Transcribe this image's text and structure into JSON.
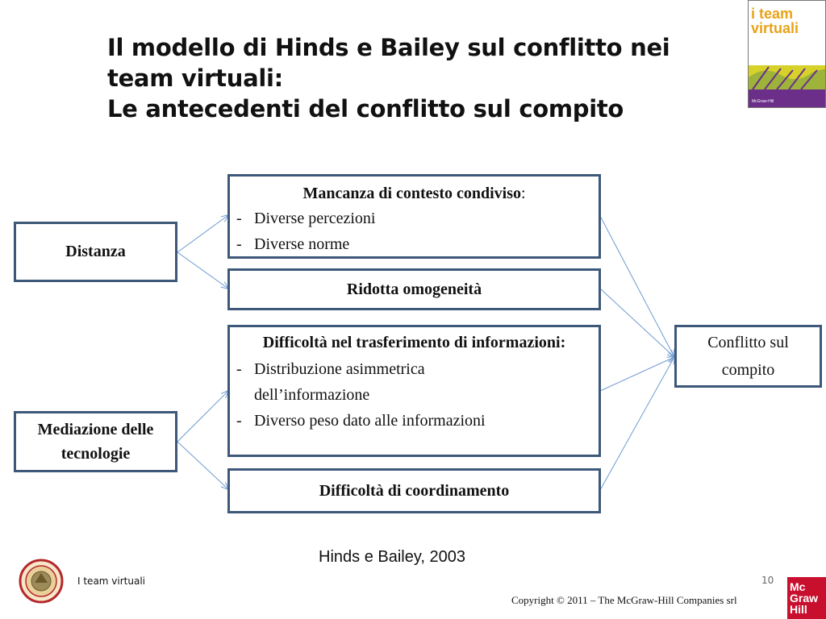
{
  "slide": {
    "title_lines": [
      "Il modello di Hinds e Bailey sul conflitto nei",
      "team virtuali:",
      "Le antecedenti del conflitto sul compito"
    ],
    "source": "Hinds e Bailey, 2003",
    "footer_label": "I team virtuali",
    "page_number": "10",
    "copyright": "Copyright © 2011 – The McGraw-Hill Companies srl"
  },
  "book_cover": {
    "title_lines": [
      "i team",
      "virtuali"
    ],
    "publisher": "McGraw-Hill",
    "colors": {
      "text": "#e8a317",
      "band": "#d6d22a",
      "purple": "#6b2f8a"
    }
  },
  "publisher_logo": {
    "lines": [
      "Mc",
      "Graw",
      "Hill"
    ],
    "color": "#c8102e"
  },
  "diagram": {
    "border_color": "#3d5878",
    "arrow_color": "#6f9bd1",
    "left_nodes": [
      {
        "label": "Distanza"
      },
      {
        "label": "Mediazione delle tecnologie"
      }
    ],
    "middle_nodes": [
      {
        "heading": "Mancanza di contesto condiviso",
        "heading_suffix": ":",
        "items": [
          "Diverse percezioni",
          "Diverse norme"
        ]
      },
      {
        "heading": "Ridotta omogeneità"
      },
      {
        "heading": "Difficoltà nel trasferimento di informazioni:",
        "items": [
          "Distribuzione asimmetrica dell’informazione",
          "Diverso peso dato alle informazioni"
        ]
      },
      {
        "heading": "Difficoltà di coordinamento"
      }
    ],
    "outcome": {
      "label": "Conflitto sul compito"
    }
  }
}
